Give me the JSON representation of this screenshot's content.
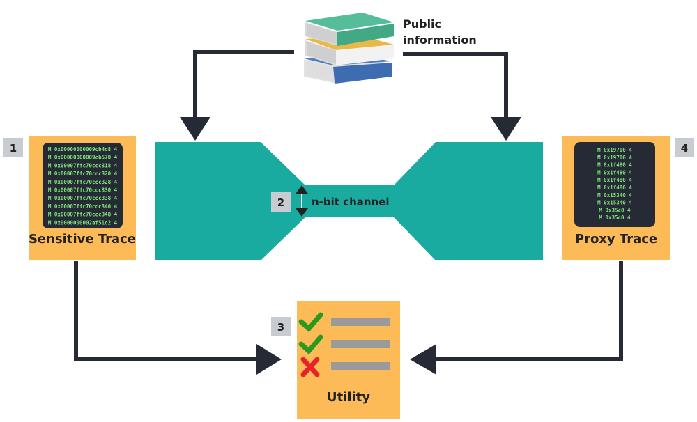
{
  "colors": {
    "teal": "#1aaba0",
    "orange": "#fdbb58",
    "dark": "#262a35",
    "number_box": "#c7ccd3",
    "trace_text": "#7fe37a",
    "check_green": "#2a9a1e",
    "cross_red": "#e5232b",
    "utility_line": "#9a9a9a"
  },
  "public_info": {
    "line1": "Public",
    "line2": "information",
    "icon": "books-stack-icon"
  },
  "sensitive_trace": {
    "step": "1",
    "title": "Sensitive Trace",
    "lines": [
      "M 0x00000000009cb4d8 4",
      "M 0x00000000009cb570 4",
      "M 0x00007ffc70ccc318 4",
      "M 0x00007ffc70ccc320 4",
      "M 0x00007ffc70ccc328 4",
      "M 0x00007ffc70ccc330 4",
      "M 0x00007ffc70ccc338 4",
      "M 0x00007ffc70ccc340 4",
      "M 0x00007ffc70ccc348 4",
      "M 0x0000000002af51c2 4"
    ]
  },
  "channel": {
    "step": "2",
    "label": "n-bit channel",
    "icon": "double-arrow-icon"
  },
  "utility": {
    "step": "3",
    "title": "Utility",
    "items": [
      {
        "status": "check",
        "icon": "check-icon"
      },
      {
        "status": "check",
        "icon": "check-icon"
      },
      {
        "status": "cross",
        "icon": "cross-icon"
      }
    ]
  },
  "proxy_trace": {
    "step": "4",
    "title": "Proxy Trace",
    "lines": [
      "M 0x19700 4",
      "M 0x19700 4",
      "M 0x1f480 4",
      "M 0x1f480 4",
      "M 0x1f480 4",
      "M 0x1f480 4",
      "M 0x15340 4",
      "M 0x15340 4",
      "M 0x35c0 4",
      "M 0x35c0 4"
    ]
  }
}
